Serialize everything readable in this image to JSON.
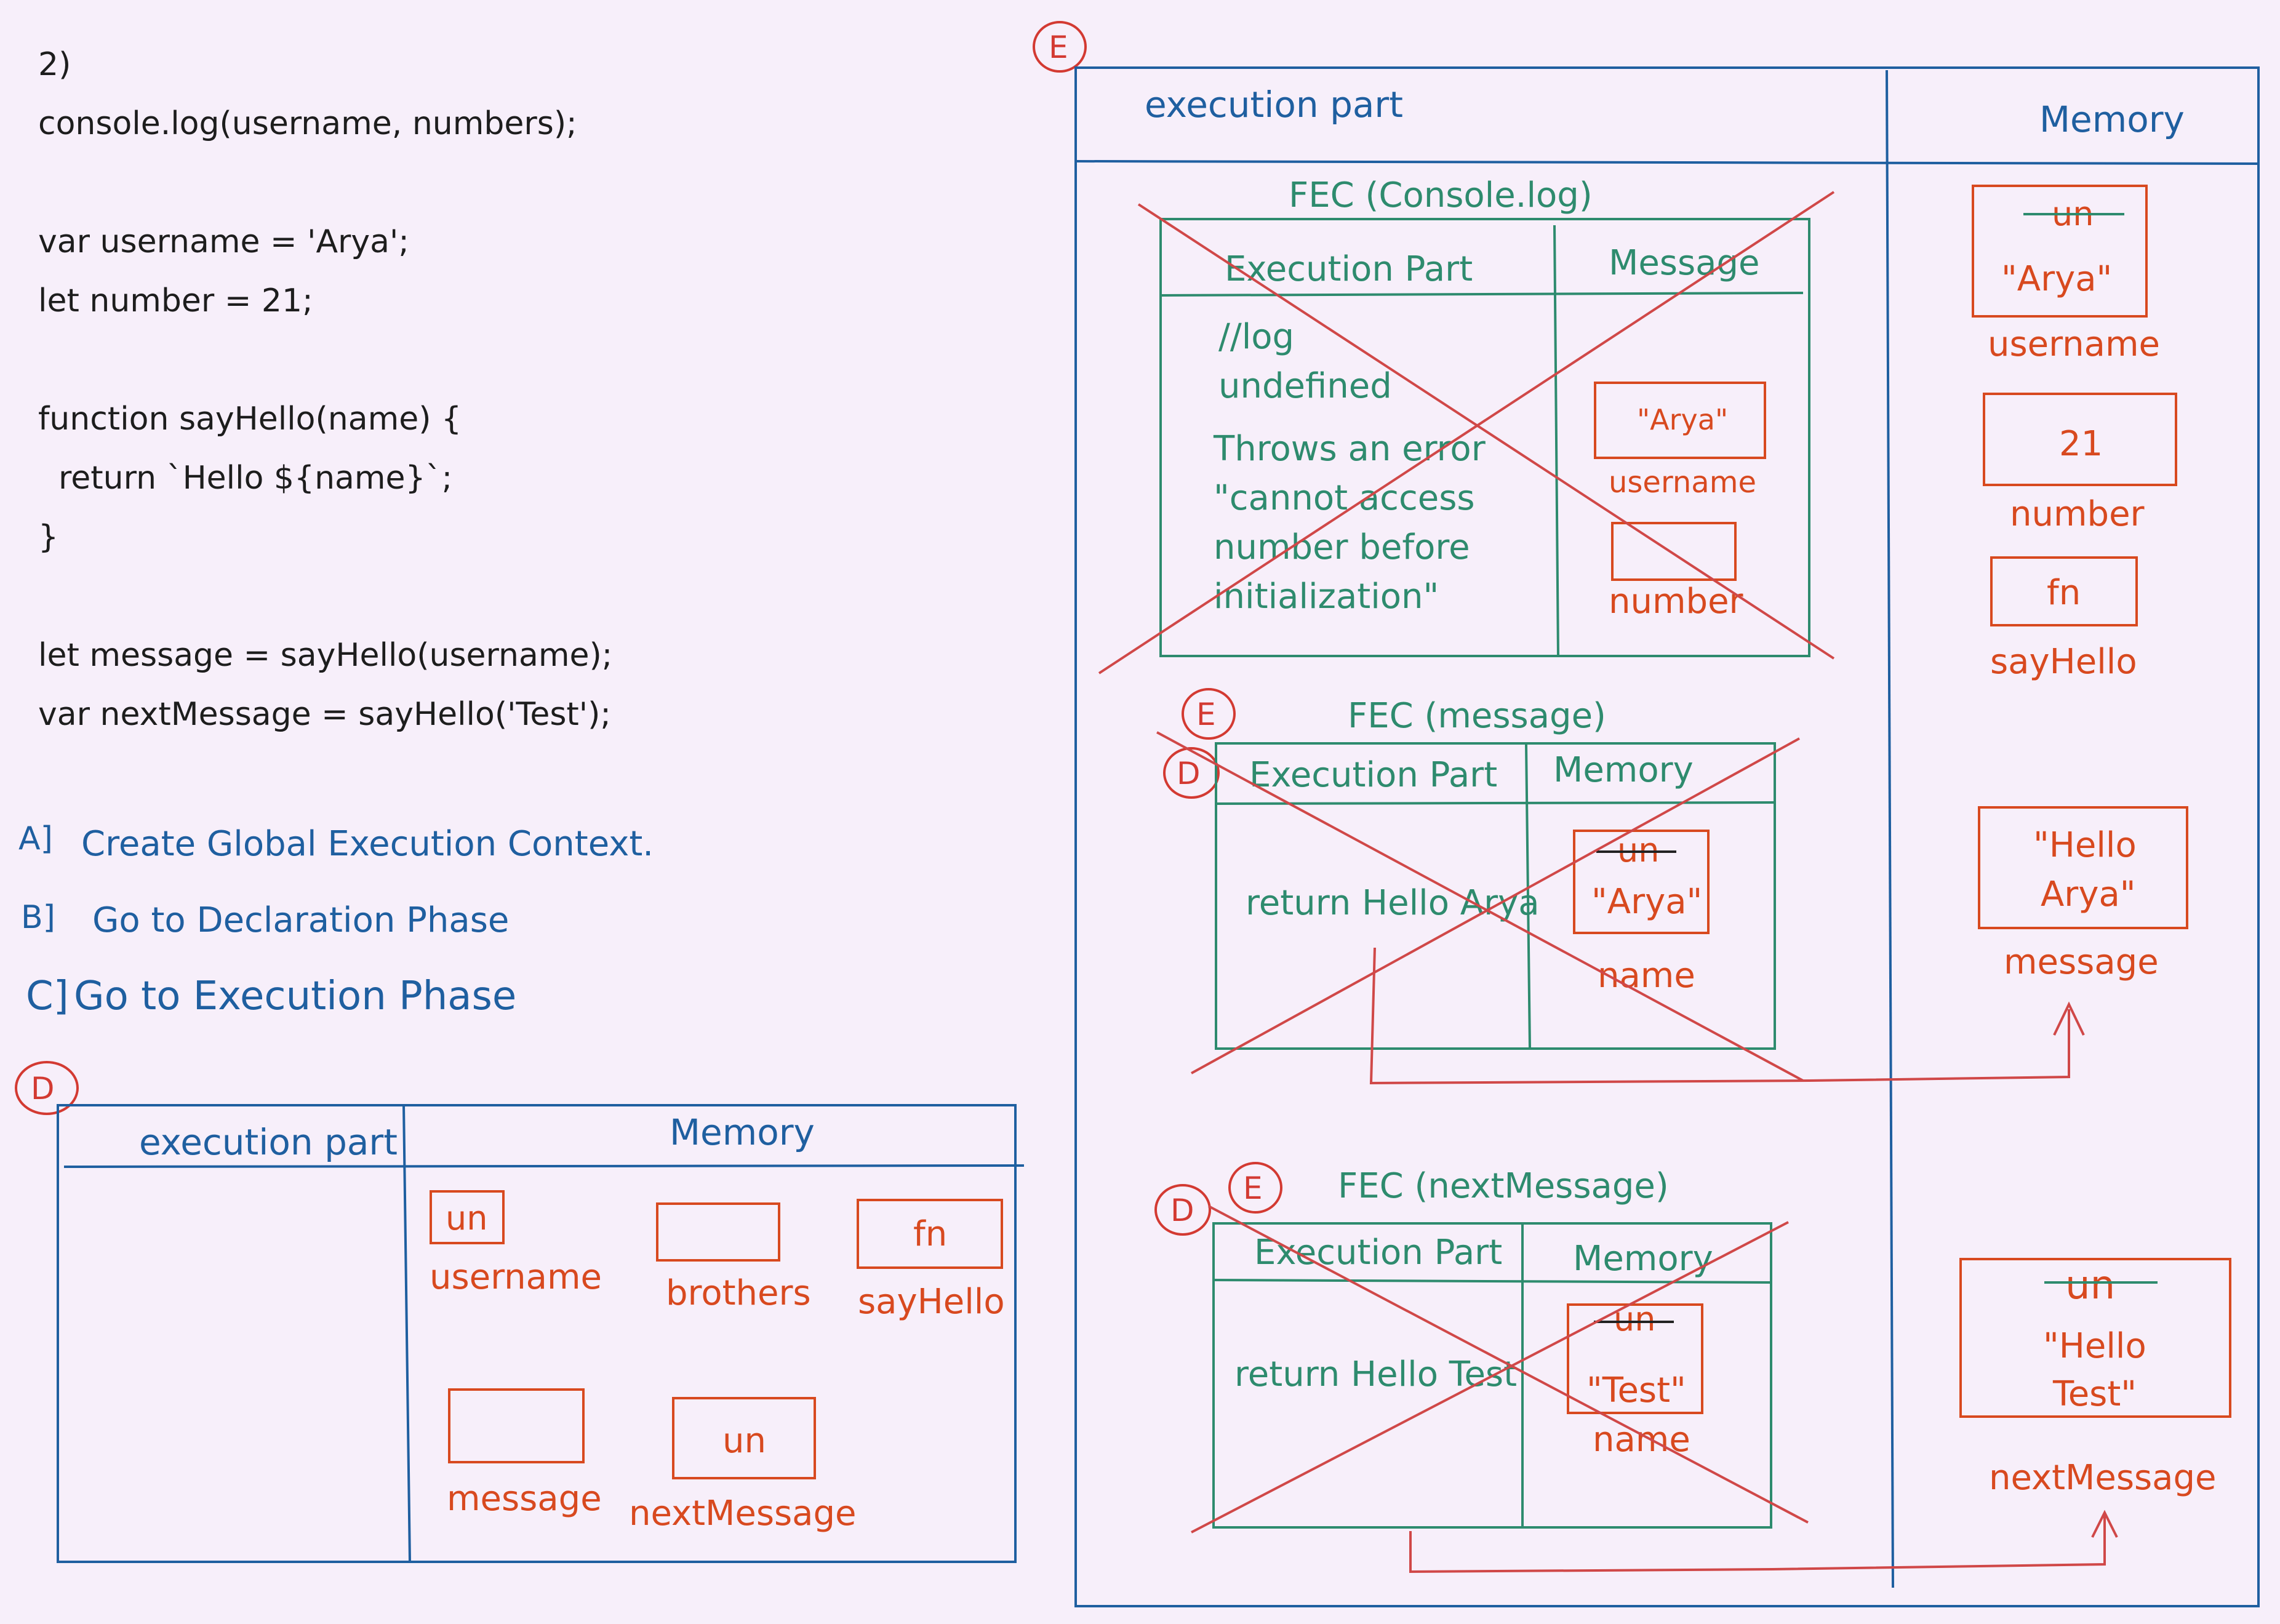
{
  "code": {
    "label": "2)",
    "lines": [
      "console.log(username, numbers);",
      "",
      "var username = 'Arya';",
      "let number = 21;",
      "",
      "function sayHello(name) {",
      "  return `Hello ${name}`;",
      "}",
      "",
      "let message = sayHello(username);",
      "var nextMessage = sayHello('Test');"
    ]
  },
  "steps": [
    {
      "marker": "A]",
      "text": "Create Global Execution Context."
    },
    {
      "marker": "B]",
      "text": "Go to Declaration Phase"
    },
    {
      "marker": "C]",
      "text": "Go to Execution Phase"
    }
  ],
  "declaration_panel": {
    "marker": "D",
    "execution_header": "execution part",
    "memory_header": "Memory",
    "vars": [
      {
        "value": "un",
        "name": "username"
      },
      {
        "value": "",
        "name": "brothers"
      },
      {
        "value": "fn",
        "name": "sayHello"
      },
      {
        "value": "",
        "name": "message"
      },
      {
        "value": "un",
        "name": "nextMessage"
      }
    ]
  },
  "execution_panel": {
    "marker": "E",
    "execution_header": "execution part",
    "memory_header": "Memory",
    "fec_console": {
      "title": "FEC (Console.log)",
      "col1": "Execution Part",
      "col2": "Message",
      "lines": [
        "//log",
        "undefined",
        "Throws an error",
        "\"cannot access",
        "number before",
        "initialization\""
      ],
      "mem": [
        {
          "value": "\"Arya\"",
          "name": "username"
        },
        {
          "value": "",
          "name": "number"
        }
      ]
    },
    "fec_message": {
      "title": "FEC (message)",
      "marker_e": "E",
      "marker_d": "D",
      "col1": "Execution Part",
      "col2": "Memory",
      "body": "return Hello Arya",
      "mem_old": "un",
      "mem_value": "\"Arya\"",
      "mem_name": "name"
    },
    "fec_next": {
      "title": "FEC (nextMessage)",
      "marker_e": "E",
      "marker_d": "D",
      "col1": "Execution Part",
      "col2": "Memory",
      "body": "return Hello Test",
      "mem_old": "un",
      "mem_value": "\"Test\"",
      "mem_name": "name"
    },
    "global_memory": {
      "username": {
        "old": "un",
        "value": "\"Arya\"",
        "name": "username"
      },
      "number": {
        "value": "21",
        "name": "number"
      },
      "sayHello": {
        "value": "fn",
        "name": "sayHello"
      },
      "message": {
        "value_line1": "\"Hello",
        "value_line2": "Arya\"",
        "name": "message"
      },
      "nextMessage": {
        "old": "un",
        "value_line1": "\"Hello",
        "value_line2": "Test\"",
        "name": "nextMessage"
      }
    }
  },
  "colors": {
    "background": "#f7effa",
    "code": "#1d1d1d",
    "blue": "#1f5fa0",
    "green": "#2e8b6e",
    "orange": "#d8491f",
    "red": "#d33a32"
  }
}
